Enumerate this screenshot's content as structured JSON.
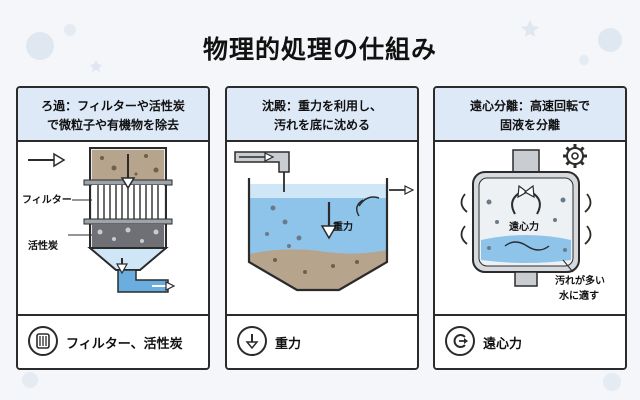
{
  "title": "物理的処理の仕組み",
  "panels": [
    {
      "heading_lines": [
        "ろ過：フィルターや活性炭",
        "で微粒子や有機物を除去"
      ],
      "labels": {
        "filter": "フィルター",
        "carbon": "活性炭"
      },
      "footer_icon": "filter-cartridge-icon",
      "footer_label": "フィルター、活性炭"
    },
    {
      "heading_lines": [
        "沈殿：重力を利用し、",
        "汚れを底に沈める"
      ],
      "labels": {
        "gravity": "重力"
      },
      "footer_icon": "down-arrow-icon",
      "footer_label": "重力"
    },
    {
      "heading_lines": [
        "遠心分離：高速回転で",
        "固液を分離"
      ],
      "labels": {
        "centrifugal": "遠心力",
        "note_line1": "汚れが多い",
        "note_line2": "水に適す"
      },
      "footer_icon": "rotation-arrow-icon",
      "footer_label": "遠心力"
    }
  ],
  "colors": {
    "header_bg": "#dde9f7",
    "water": "#8fc4ea",
    "water_light": "#cfe6f7",
    "sediment": "#b7a48c",
    "pipe": "#6aaee0",
    "metal": "#c9ccd1",
    "outline": "#2b2b2b"
  }
}
